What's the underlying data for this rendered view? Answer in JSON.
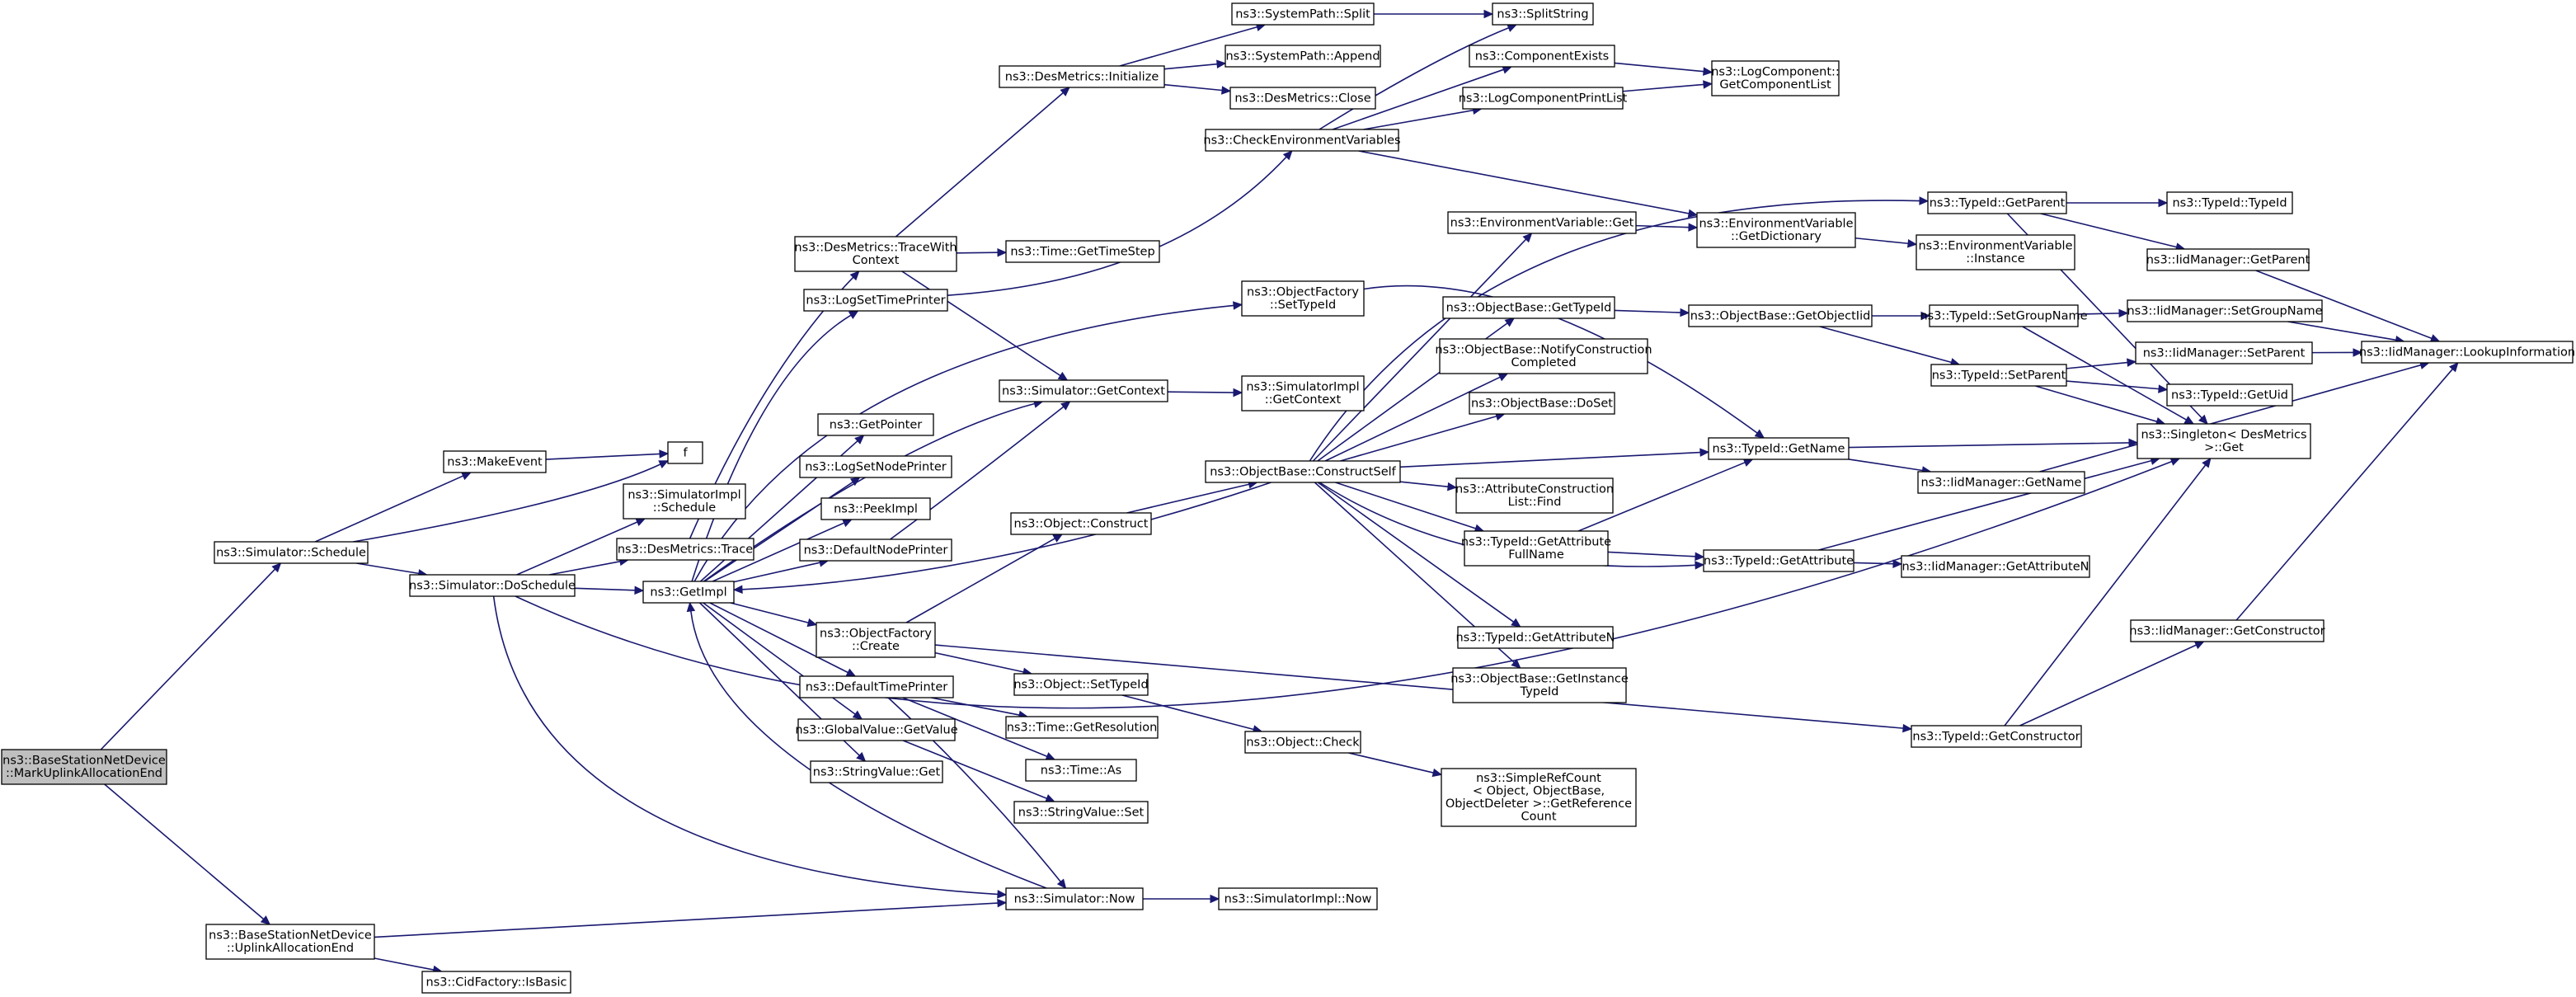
{
  "graph": {
    "colors": {
      "edge": "#191970",
      "node_border": "#000000",
      "root_fill": "#bfbfbf",
      "node_fill": "#ffffff"
    },
    "nodes": [
      {
        "id": "root",
        "lines": [
          "ns3::BaseStationNetDevice",
          "::MarkUplinkAllocationEnd"
        ],
        "root": true
      },
      {
        "id": "sim_schedule",
        "lines": [
          "ns3::Simulator::Schedule"
        ]
      },
      {
        "id": "bs_uplink",
        "lines": [
          "ns3::BaseStationNetDevice",
          "::UplinkAllocationEnd"
        ]
      },
      {
        "id": "make_event",
        "lines": [
          "ns3::MakeEvent"
        ]
      },
      {
        "id": "f",
        "lines": [
          "f"
        ]
      },
      {
        "id": "sim_doschedule",
        "lines": [
          "ns3::Simulator::DoSchedule"
        ]
      },
      {
        "id": "simimpl_schedule",
        "lines": [
          "ns3::SimulatorImpl",
          "::Schedule"
        ]
      },
      {
        "id": "des_trace",
        "lines": [
          "ns3::DesMetrics::Trace"
        ]
      },
      {
        "id": "getimpl",
        "lines": [
          "ns3::GetImpl"
        ]
      },
      {
        "id": "sim_now",
        "lines": [
          "ns3::Simulator::Now"
        ]
      },
      {
        "id": "simimpl_now",
        "lines": [
          "ns3::SimulatorImpl::Now"
        ]
      },
      {
        "id": "cid_isbasic",
        "lines": [
          "ns3::CidFactory::IsBasic"
        ]
      },
      {
        "id": "des_tracewith",
        "lines": [
          "ns3::DesMetrics::TraceWith",
          "Context"
        ]
      },
      {
        "id": "logsettimeprinter",
        "lines": [
          "ns3::LogSetTimePrinter"
        ]
      },
      {
        "id": "getpointer",
        "lines": [
          "ns3::GetPointer"
        ]
      },
      {
        "id": "logsetnodeprinter",
        "lines": [
          "ns3::LogSetNodePrinter"
        ]
      },
      {
        "id": "peekimpl",
        "lines": [
          "ns3::PeekImpl"
        ]
      },
      {
        "id": "defaultnodeprinter",
        "lines": [
          "ns3::DefaultNodePrinter"
        ]
      },
      {
        "id": "objfactory_create",
        "lines": [
          "ns3::ObjectFactory",
          "::Create"
        ]
      },
      {
        "id": "defaulttimeprinter",
        "lines": [
          "ns3::DefaultTimePrinter"
        ]
      },
      {
        "id": "globalvalue_getvalue",
        "lines": [
          "ns3::GlobalValue::GetValue"
        ]
      },
      {
        "id": "stringvalue_get",
        "lines": [
          "ns3::StringValue::Get"
        ]
      },
      {
        "id": "des_initialize",
        "lines": [
          "ns3::DesMetrics::Initialize"
        ]
      },
      {
        "id": "time_gettimestep",
        "lines": [
          "ns3::Time::GetTimeStep"
        ]
      },
      {
        "id": "sim_getcontext",
        "lines": [
          "ns3::Simulator::GetContext"
        ]
      },
      {
        "id": "objfactory_settypeid",
        "lines": [
          "ns3::ObjectFactory",
          "::SetTypeId"
        ]
      },
      {
        "id": "object_construct",
        "lines": [
          "ns3::Object::Construct"
        ]
      },
      {
        "id": "object_settypeid",
        "lines": [
          "ns3::Object::SetTypeId"
        ]
      },
      {
        "id": "time_getresolution",
        "lines": [
          "ns3::Time::GetResolution"
        ]
      },
      {
        "id": "time_as",
        "lines": [
          "ns3::Time::As"
        ]
      },
      {
        "id": "stringvalue_set",
        "lines": [
          "ns3::StringValue::Set"
        ]
      },
      {
        "id": "systempath_split",
        "lines": [
          "ns3::SystemPath::Split"
        ]
      },
      {
        "id": "systempath_append",
        "lines": [
          "ns3::SystemPath::Append"
        ]
      },
      {
        "id": "des_close",
        "lines": [
          "ns3::DesMetrics::Close"
        ]
      },
      {
        "id": "checkenv",
        "lines": [
          "ns3::CheckEnvironmentVariables"
        ]
      },
      {
        "id": "simimpl_getcontext",
        "lines": [
          "ns3::SimulatorImpl",
          "::GetContext"
        ]
      },
      {
        "id": "objbase_constructself",
        "lines": [
          "ns3::ObjectBase::ConstructSelf"
        ]
      },
      {
        "id": "object_check",
        "lines": [
          "ns3::Object::Check"
        ]
      },
      {
        "id": "splitstring",
        "lines": [
          "ns3::SplitString"
        ]
      },
      {
        "id": "componentexists",
        "lines": [
          "ns3::ComponentExists"
        ]
      },
      {
        "id": "logcomponentprintlist",
        "lines": [
          "ns3::LogComponentPrintList"
        ]
      },
      {
        "id": "envvar_get",
        "lines": [
          "ns3::EnvironmentVariable::Get"
        ]
      },
      {
        "id": "objbase_gettypeid",
        "lines": [
          "ns3::ObjectBase::GetTypeId"
        ]
      },
      {
        "id": "objbase_notify",
        "lines": [
          "ns3::ObjectBase::NotifyConstruction",
          "Completed"
        ]
      },
      {
        "id": "objbase_doset",
        "lines": [
          "ns3::ObjectBase::DoSet"
        ]
      },
      {
        "id": "attrconstructionlist_find",
        "lines": [
          "ns3::AttributeConstruction",
          "List::Find"
        ]
      },
      {
        "id": "typeid_getattributefullname",
        "lines": [
          "ns3::TypeId::GetAttribute",
          "FullName"
        ]
      },
      {
        "id": "typeid_getattributen",
        "lines": [
          "ns3::TypeId::GetAttributeN"
        ]
      },
      {
        "id": "objbase_getinstancetypeid",
        "lines": [
          "ns3::ObjectBase::GetInstance",
          "TypeId"
        ]
      },
      {
        "id": "simplerefcount",
        "lines": [
          "ns3::SimpleRefCount",
          "< Object, ObjectBase,",
          " ObjectDeleter >::GetReference",
          "Count"
        ]
      },
      {
        "id": "logcomponent_getlist",
        "lines": [
          "ns3::LogComponent::",
          "GetComponentList"
        ]
      },
      {
        "id": "envvar_getdictionary",
        "lines": [
          "ns3::EnvironmentVariable",
          "::GetDictionary"
        ]
      },
      {
        "id": "objbase_getobjectiid",
        "lines": [
          "ns3::ObjectBase::GetObjectIid"
        ]
      },
      {
        "id": "typeid_getname",
        "lines": [
          "ns3::TypeId::GetName"
        ]
      },
      {
        "id": "typeid_getattribute",
        "lines": [
          "ns3::TypeId::GetAttribute"
        ]
      },
      {
        "id": "typeid_getparent",
        "lines": [
          "ns3::TypeId::GetParent"
        ]
      },
      {
        "id": "envvar_instance",
        "lines": [
          "ns3::EnvironmentVariable",
          "::Instance"
        ]
      },
      {
        "id": "typeid_setgroupname",
        "lines": [
          "ns3::TypeId::SetGroupName"
        ]
      },
      {
        "id": "typeid_setparent",
        "lines": [
          "ns3::TypeId::SetParent"
        ]
      },
      {
        "id": "iidmanager_getname",
        "lines": [
          "ns3::IidManager::GetName"
        ]
      },
      {
        "id": "iidmanager_getattributen",
        "lines": [
          "ns3::IidManager::GetAttributeN"
        ]
      },
      {
        "id": "typeid_getconstructor",
        "lines": [
          "ns3::TypeId::GetConstructor"
        ]
      },
      {
        "id": "typeid_typeid",
        "lines": [
          "ns3::TypeId::TypeId"
        ]
      },
      {
        "id": "iidmanager_getparent",
        "lines": [
          "ns3::IidManager::GetParent"
        ]
      },
      {
        "id": "iidmanager_setgroupname",
        "lines": [
          "ns3::IidManager::SetGroupName"
        ]
      },
      {
        "id": "iidmanager_setparent",
        "lines": [
          "ns3::IidManager::SetParent"
        ]
      },
      {
        "id": "typeid_getuid",
        "lines": [
          "ns3::TypeId::GetUid"
        ]
      },
      {
        "id": "singleton_get",
        "lines": [
          "ns3::Singleton< DesMetrics",
          " >::Get"
        ]
      },
      {
        "id": "iidmanager_getconstructor",
        "lines": [
          "ns3::IidManager::GetConstructor"
        ]
      },
      {
        "id": "iidmanager_lookupinformation",
        "lines": [
          "ns3::IidManager::LookupInformation"
        ]
      }
    ]
  }
}
